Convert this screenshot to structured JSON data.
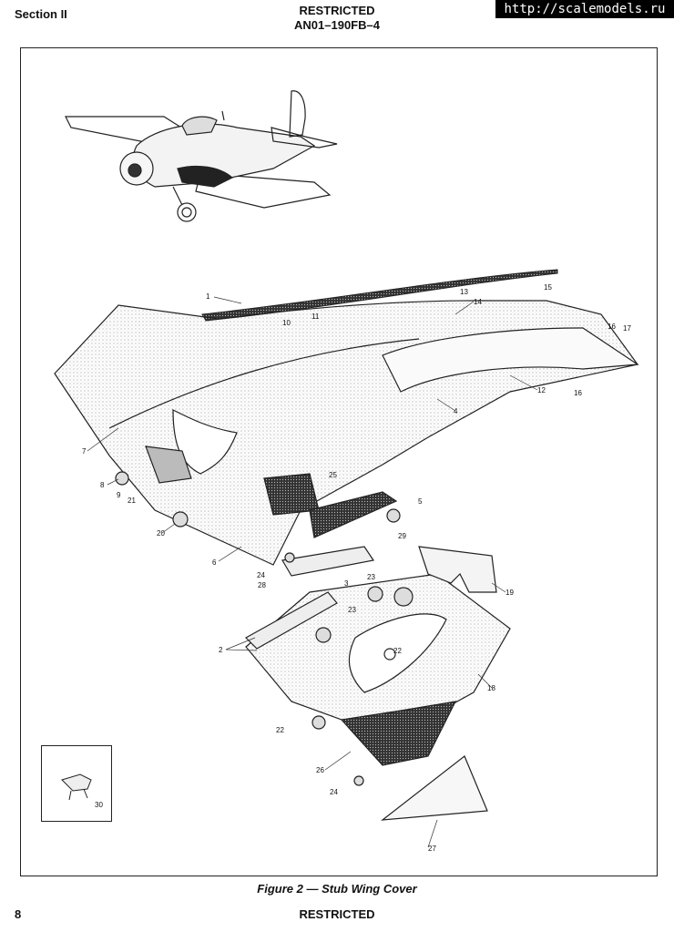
{
  "header": {
    "section": "Section II",
    "classification": "RESTRICTED",
    "doc_number": "AN01–190FB–4"
  },
  "watermark": "http://scalemodels.ru",
  "figure": {
    "caption": "Figure 2 — Stub Wing Cover",
    "callouts": [
      "1",
      "2",
      "3",
      "4",
      "5",
      "6",
      "7",
      "8",
      "9",
      "10",
      "11",
      "12",
      "13",
      "14",
      "15",
      "16",
      "16",
      "17",
      "18",
      "19",
      "20",
      "21",
      "22",
      "22",
      "23",
      "23",
      "24",
      "24",
      "25",
      "26",
      "27",
      "28",
      "29",
      "30"
    ]
  },
  "footer": {
    "page_number": "8",
    "classification": "RESTRICTED"
  }
}
